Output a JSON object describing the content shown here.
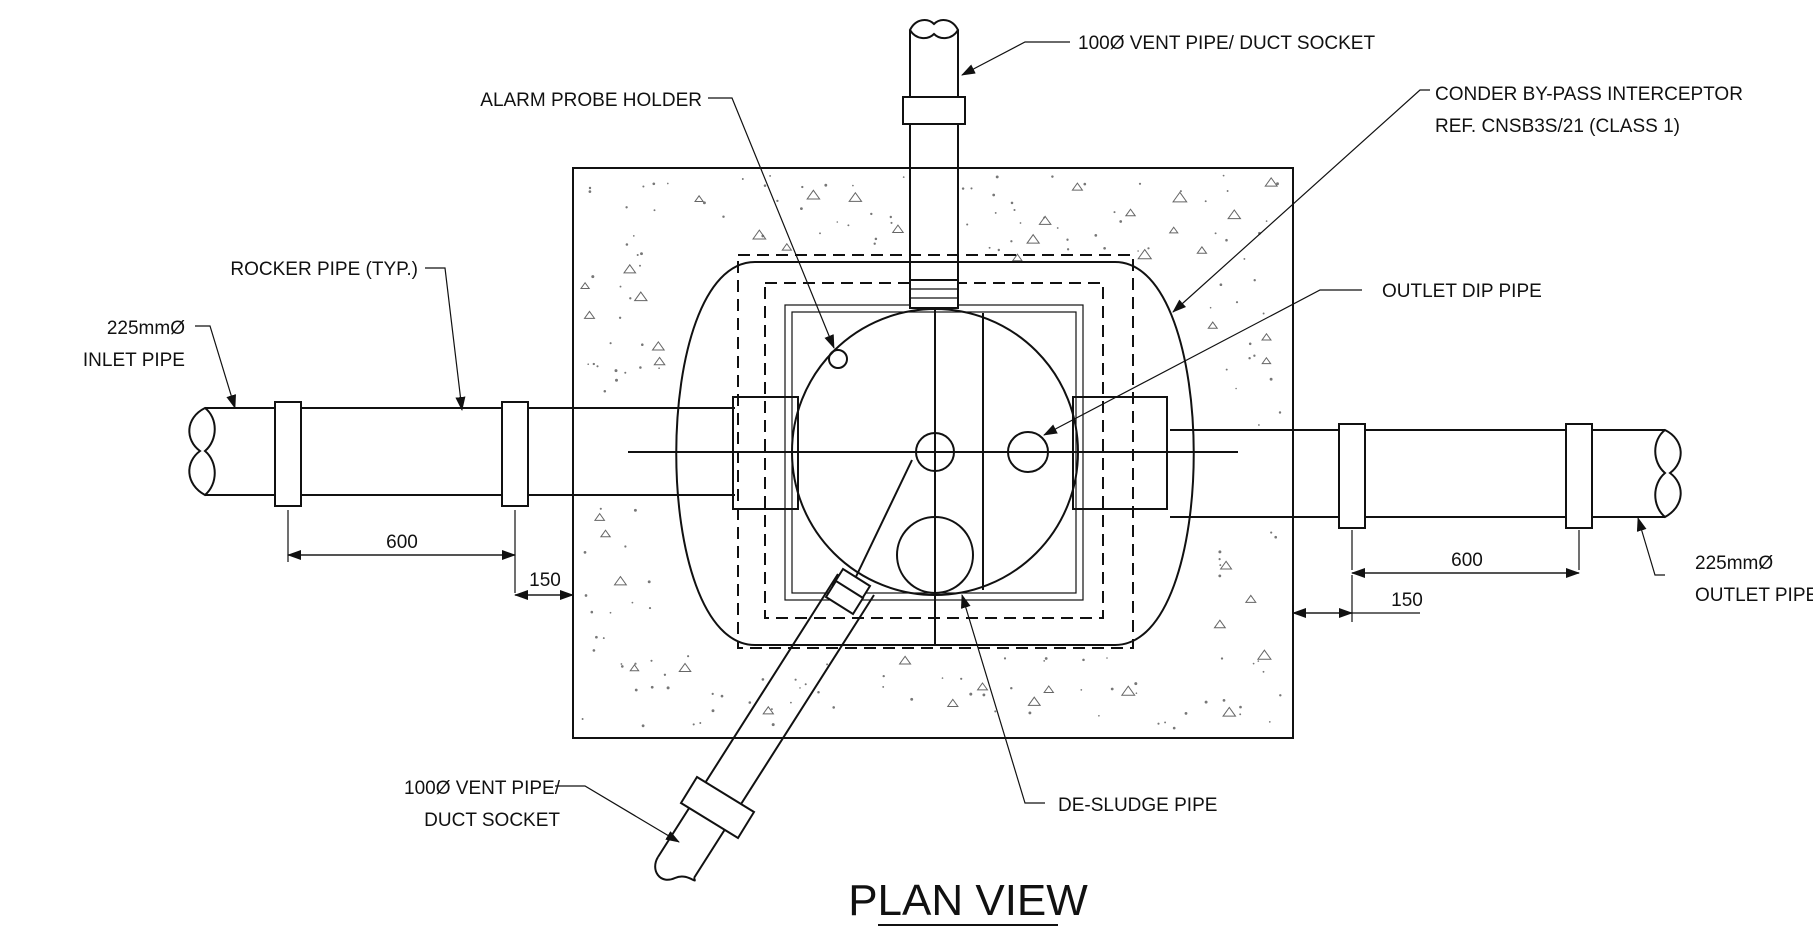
{
  "title": "PLAN VIEW",
  "labels": {
    "vent_top": "100Ø VENT PIPE/ DUCT SOCKET",
    "interceptor_line1": "CONDER BY-PASS INTERCEPTOR",
    "interceptor_line2": "REF. CNSB3S/21 (CLASS 1)",
    "alarm_probe": "ALARM PROBE HOLDER",
    "rocker_pipe": "ROCKER PIPE (TYP.)",
    "inlet_line1": "225mmØ",
    "inlet_line2": "INLET PIPE",
    "outlet_dip": "OUTLET DIP PIPE",
    "outlet_line1": "225mmØ",
    "outlet_line2": "OUTLET PIPE",
    "vent_bottom_line1": "100Ø VENT PIPE/",
    "vent_bottom_line2": "DUCT SOCKET",
    "desludge": "DE-SLUDGE PIPE"
  },
  "dimensions": {
    "left_rocker": "600",
    "left_gap": "150",
    "right_rocker": "600",
    "right_gap": "150"
  }
}
